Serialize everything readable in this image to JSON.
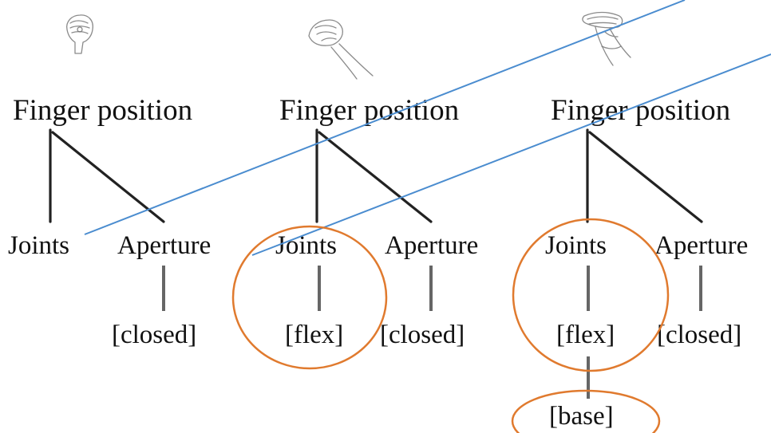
{
  "trees": [
    {
      "root": "Finger position",
      "left_child": "Joints",
      "right_child": "Aperture",
      "left_value": "",
      "left_subvalue": "",
      "right_value": "[closed]",
      "hand_icon": "fist-hand-icon"
    },
    {
      "root": "Finger position",
      "left_child": "Joints",
      "right_child": "Aperture",
      "left_value": "[flex]",
      "left_subvalue": "",
      "right_value": "[closed]",
      "hand_icon": "bent-fingers-hand-icon"
    },
    {
      "root": "Finger position",
      "left_child": "Joints",
      "right_child": "Aperture",
      "left_value": "[flex]",
      "left_subvalue": "[base]",
      "right_value": "[closed]",
      "hand_icon": "flat-fingers-hand-icon"
    }
  ],
  "colors": {
    "connector_line": "#4a8ccf",
    "highlight_ellipse": "#e07a2e",
    "tree_text": "#111111"
  }
}
